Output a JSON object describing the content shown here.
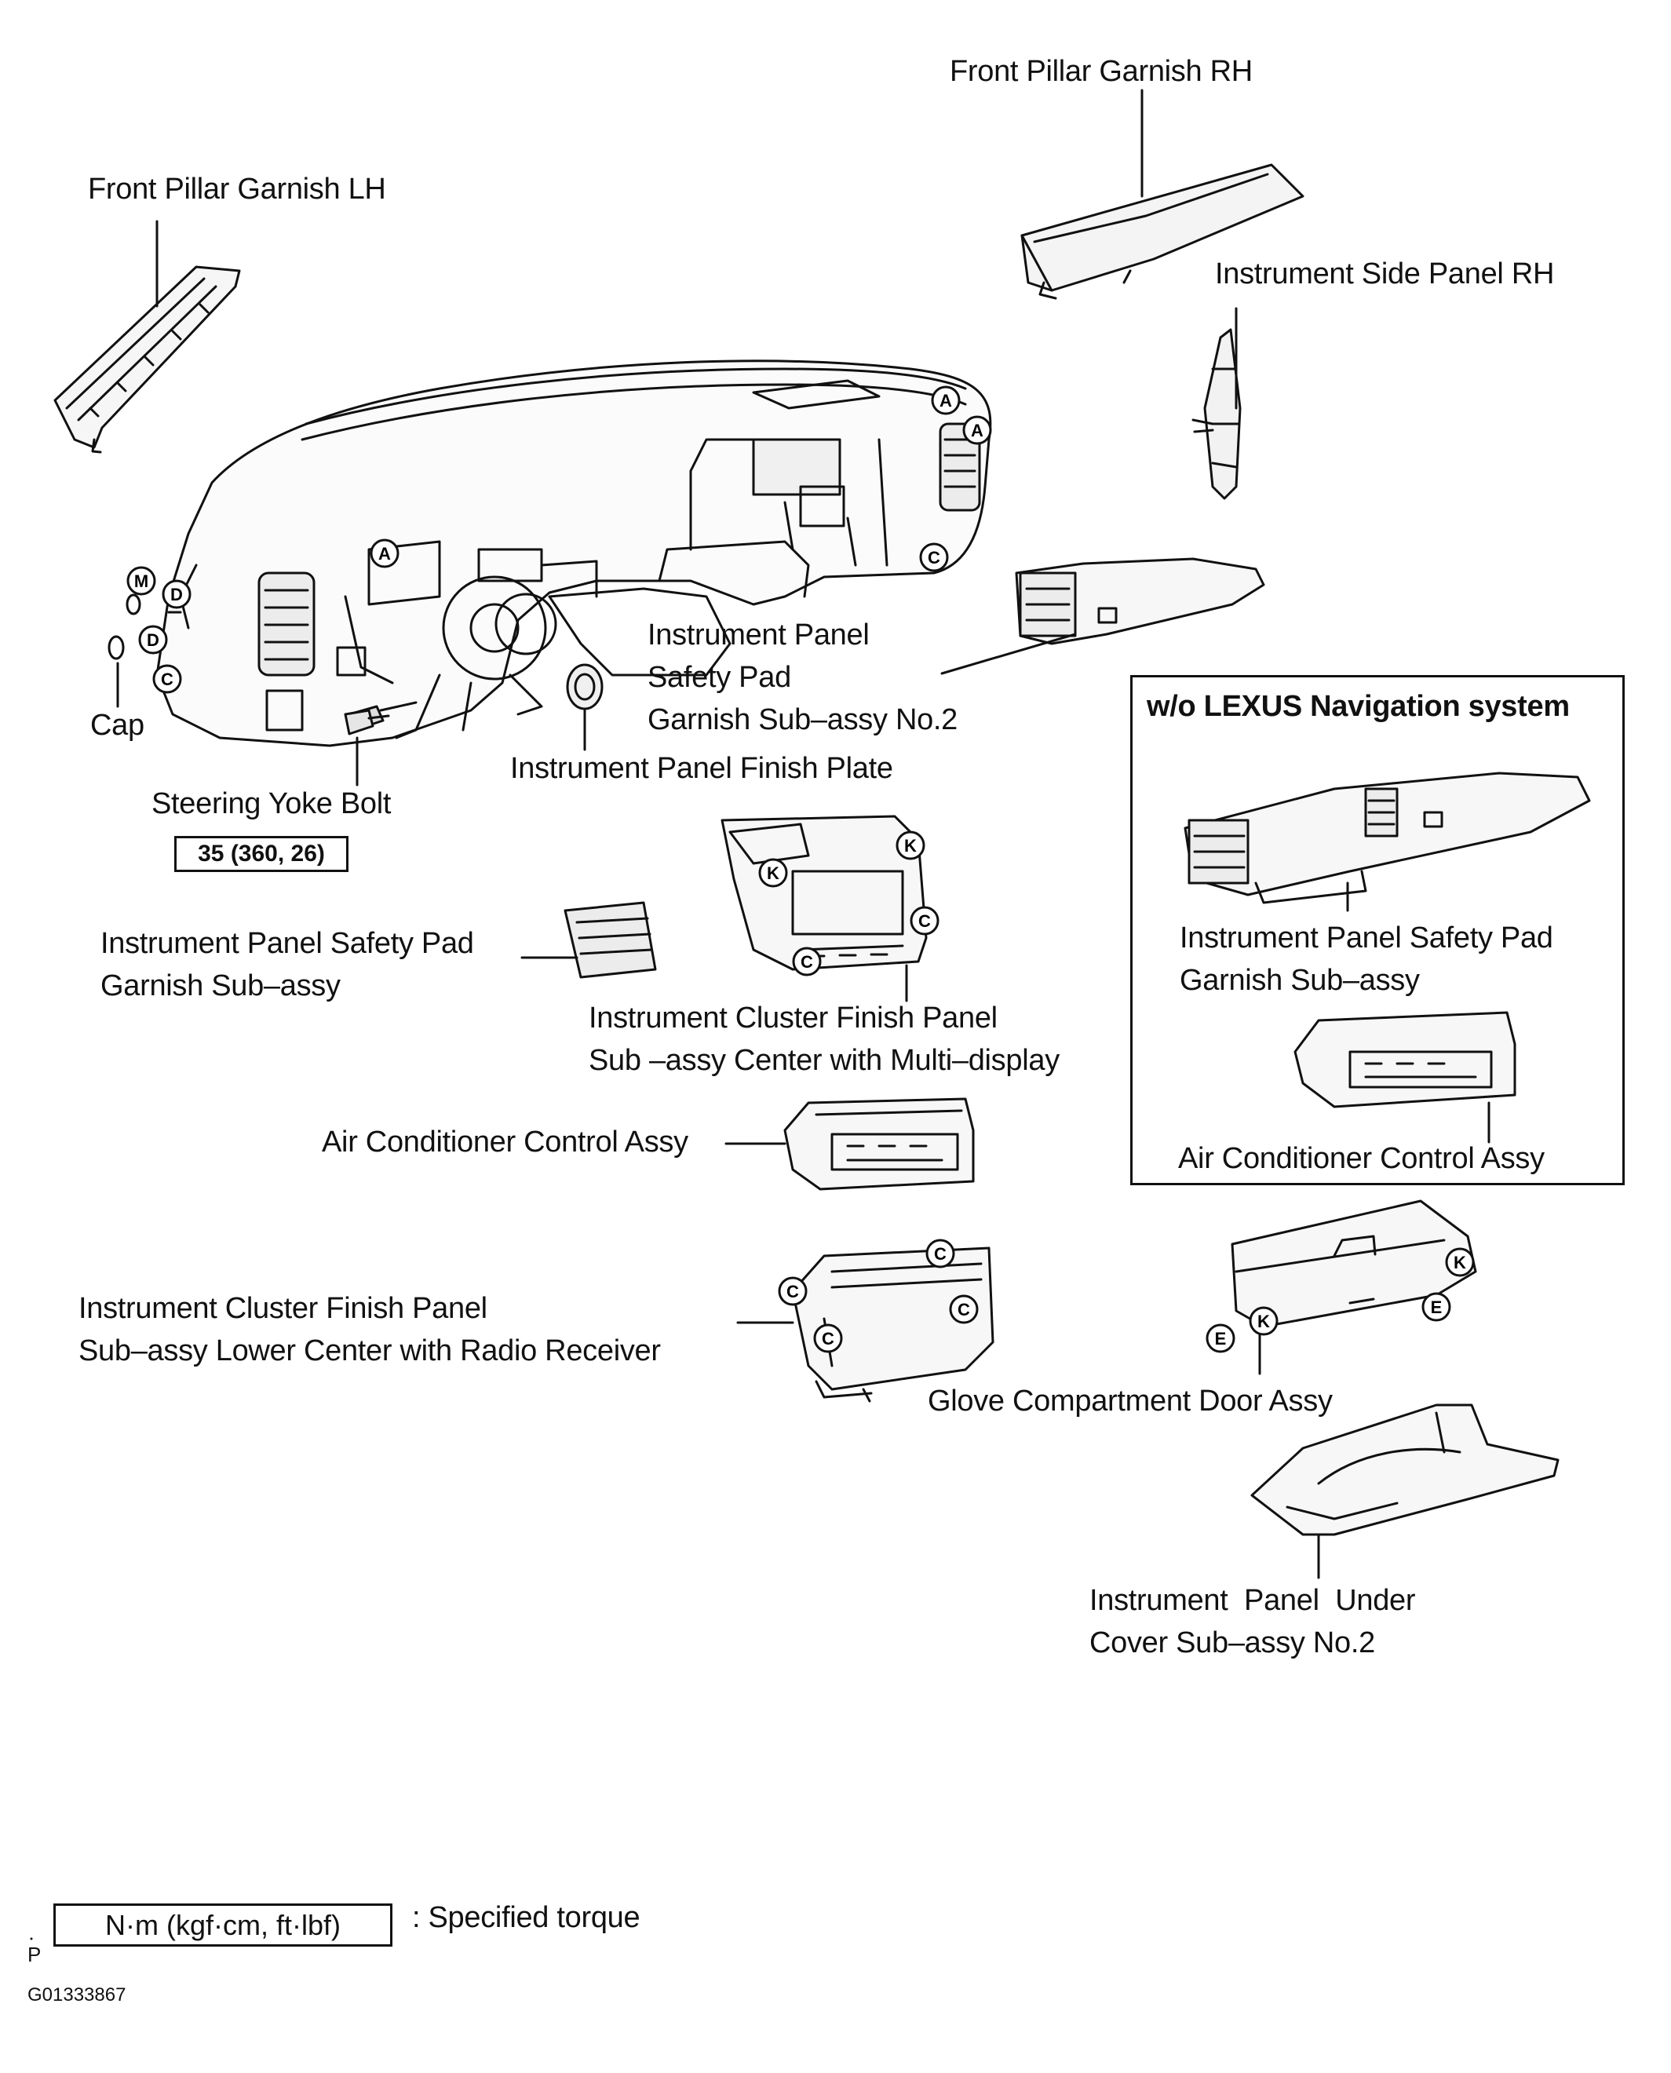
{
  "labels": {
    "front_pillar_rh": "Front Pillar Garnish RH",
    "front_pillar_lh": "Front Pillar Garnish LH",
    "side_panel_rh": "Instrument Side Panel RH",
    "cap": "Cap",
    "steering_yoke_bolt": "Steering Yoke Bolt",
    "steering_yoke_torque": "35 (360, 26)",
    "safety_pad_garnish_no2": [
      "Instrument Panel",
      "Safety Pad",
      "Garnish Sub–assy No.2"
    ],
    "finish_plate": "Instrument Panel Finish Plate",
    "safety_pad_garnish": [
      "Instrument Panel Safety Pad",
      "Garnish Sub–assy"
    ],
    "cluster_finish_center": [
      "Instrument Cluster Finish Panel",
      "Sub –assy Center with Multi–display"
    ],
    "ac_control": "Air Conditioner Control Assy",
    "cluster_finish_lower": [
      "Instrument Cluster Finish Panel",
      "Sub–assy Lower Center with Radio Receiver"
    ],
    "glove_door": "Glove Compartment Door Assy",
    "under_cover": [
      "Instrument  Panel  Under",
      "Cover Sub–assy No.2"
    ]
  },
  "inset": {
    "title": "w/o LEXUS Navigation system",
    "safety_pad_garnish": [
      "Instrument Panel Safety Pad",
      "Garnish Sub–assy"
    ],
    "ac_control": "Air Conditioner Control Assy"
  },
  "legend": {
    "unit_box": "N·m (kgf·cm, ft·lbf)",
    "text": ": Specified torque"
  },
  "footer": {
    "p_mark": "P",
    "figure_code": "G01333867"
  },
  "callout_letters": [
    "A",
    "C",
    "D",
    "E",
    "K",
    "M"
  ]
}
